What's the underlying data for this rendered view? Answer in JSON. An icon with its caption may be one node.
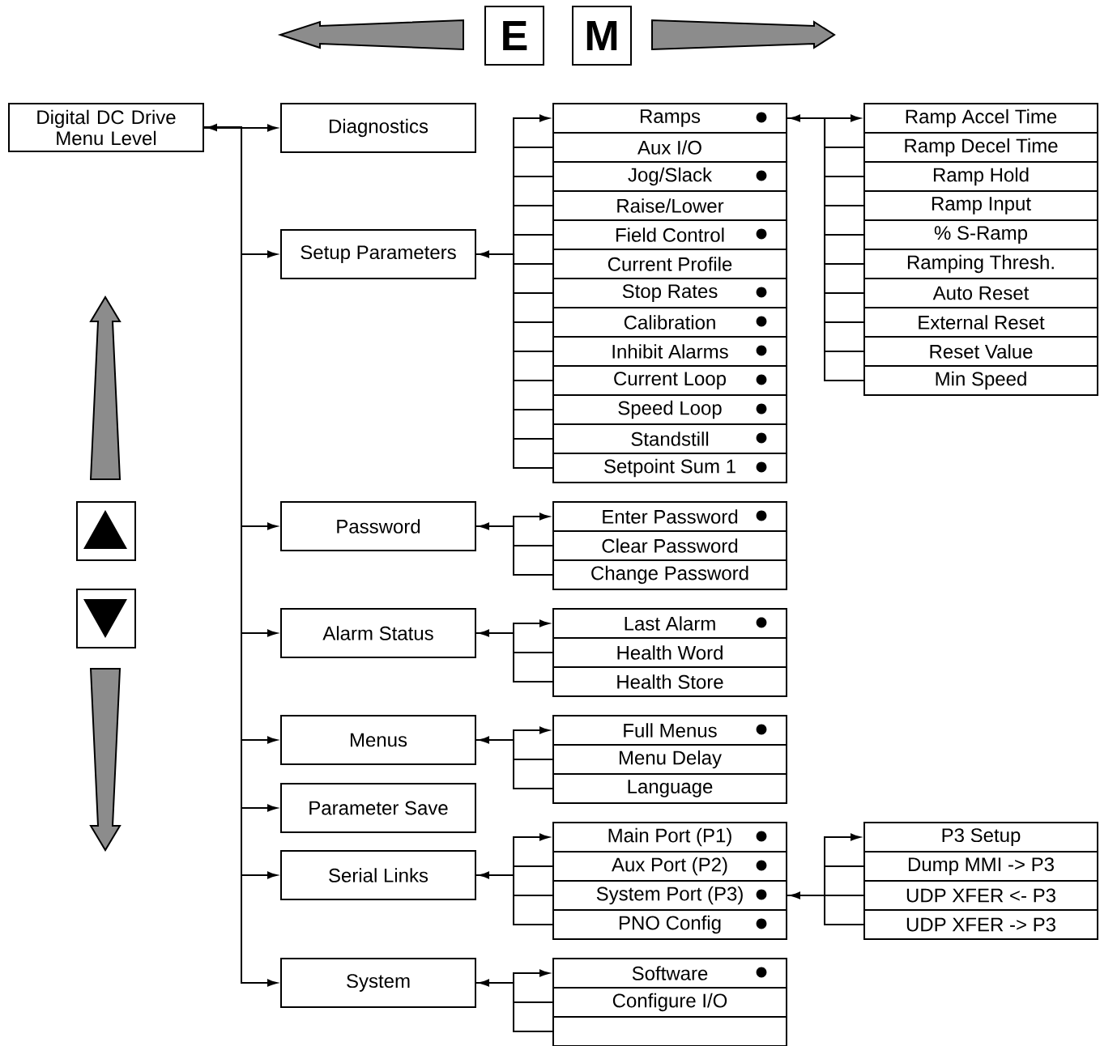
{
  "diagram": {
    "nodes": [
      {
        "text": [
          "E"
        ]
      },
      {
        "text": [
          "M"
        ]
      },
      {
        "text": [
          "Digital DC Drive Menu Level"
        ]
      },
      {
        "text": [],
        "shape": "box"
      },
      {
        "text": [],
        "shape": "box"
      },
      {
        "text": [
          "Diagnostics"
        ]
      },
      {
        "text": [
          "Setup Parameters"
        ]
      },
      {
        "text": [
          "Ramps"
        ]
      },
      {
        "text": [
          "Aux I/O"
        ]
      },
      {
        "text": [
          "Jog/Slack"
        ]
      },
      {
        "text": [
          "Raise/Lower"
        ]
      },
      {
        "text": [
          "Field Control"
        ]
      },
      {
        "text": [
          "Current Profile"
        ]
      },
      {
        "text": [
          "Stop Rates"
        ]
      },
      {
        "text": [
          "Calibration"
        ]
      },
      {
        "text": [
          "Inhibit Alarms"
        ]
      },
      {
        "text": [
          "Current Loop"
        ]
      },
      {
        "text": [
          "Speed Loop"
        ]
      },
      {
        "text": [
          "Standstill"
        ]
      },
      {
        "text": [
          "Setpoint Sum 1"
        ]
      },
      {
        "text": [
          "Ramp Accel Time"
        ]
      },
      {
        "text": [
          "Ramp Decel Time"
        ]
      },
      {
        "text": [
          "Ramp Hold"
        ]
      },
      {
        "text": [
          "Ramp Input"
        ]
      },
      {
        "text": [
          "% S-Ramp"
        ]
      },
      {
        "text": [
          "Ramping Thresh."
        ]
      },
      {
        "text": [
          "Auto Reset"
        ]
      },
      {
        "text": [
          "External Reset"
        ]
      },
      {
        "text": [
          "Reset Value"
        ]
      },
      {
        "text": [
          "Min Speed"
        ]
      },
      {
        "text": [
          "Password"
        ]
      },
      {
        "text": [
          "Enter Password"
        ]
      },
      {
        "text": [
          "Clear Password"
        ]
      },
      {
        "text": [
          "Change Password"
        ]
      },
      {
        "text": [
          "Alarm Status"
        ]
      },
      {
        "text": [
          "Last Alarm"
        ]
      },
      {
        "text": [
          "Health Word"
        ]
      },
      {
        "text": [
          "Health Store"
        ]
      },
      {
        "text": [
          "Menus"
        ]
      },
      {
        "text": [
          "Full Menus"
        ]
      },
      {
        "text": [
          "Menu Delay"
        ]
      },
      {
        "text": [
          "Language"
        ]
      },
      {
        "text": [
          "Parameter Save"
        ]
      },
      {
        "text": [
          "Serial Links"
        ]
      },
      {
        "text": [
          "Main Port (P1)"
        ]
      },
      {
        "text": [
          "Aux Port (P2)"
        ]
      },
      {
        "text": [
          "System Port (P3)"
        ]
      },
      {
        "text": [
          "PNO Config"
        ]
      },
      {
        "text": [
          "P3 Setup"
        ]
      },
      {
        "text": [
          "Dump MMI -> P3"
        ]
      },
      {
        "text": [
          "UDP XFER <- P3"
        ]
      },
      {
        "text": [
          "UDP XFER -> P3"
        ]
      },
      {
        "text": [
          "System"
        ]
      },
      {
        "text": [
          "Software"
        ]
      },
      {
        "text": [
          "Configure I/O"
        ]
      },
      {
        "text": [],
        "shape": "box"
      }
    ],
    "edges": [
      {
        "from": 2,
        "to": 5,
        "arrow": "both"
      },
      {
        "from": 2,
        "to": 6,
        "arrow": "to"
      },
      {
        "from": 2,
        "to": 30,
        "arrow": "to"
      },
      {
        "from": 2,
        "to": 34,
        "arrow": "to"
      },
      {
        "from": 2,
        "to": 38,
        "arrow": "to"
      },
      {
        "from": 2,
        "to": 42,
        "arrow": "to"
      },
      {
        "from": 2,
        "to": 43,
        "arrow": "to"
      },
      {
        "from": 2,
        "to": 52,
        "arrow": "to"
      },
      {
        "from": 7,
        "to": 6,
        "arrow": "both"
      },
      {
        "from": 8,
        "to": 6,
        "arrow": "none"
      },
      {
        "from": 9,
        "to": 6,
        "arrow": "none"
      },
      {
        "from": 10,
        "to": 6,
        "arrow": "none"
      },
      {
        "from": 11,
        "to": 6,
        "arrow": "none"
      },
      {
        "from": 12,
        "to": 6,
        "arrow": "none"
      },
      {
        "from": 13,
        "to": 6,
        "arrow": "none"
      },
      {
        "from": 14,
        "to": 6,
        "arrow": "none"
      },
      {
        "from": 15,
        "to": 6,
        "arrow": "none"
      },
      {
        "from": 16,
        "to": 6,
        "arrow": "none"
      },
      {
        "from": 17,
        "to": 6,
        "arrow": "none"
      },
      {
        "from": 18,
        "to": 6,
        "arrow": "none"
      },
      {
        "from": 19,
        "to": 6,
        "arrow": "none"
      },
      {
        "from": 20,
        "to": 7,
        "arrow": "both"
      },
      {
        "from": 21,
        "to": 7,
        "arrow": "none"
      },
      {
        "from": 22,
        "to": 7,
        "arrow": "none"
      },
      {
        "from": 23,
        "to": 7,
        "arrow": "none"
      },
      {
        "from": 24,
        "to": 7,
        "arrow": "none"
      },
      {
        "from": 25,
        "to": 7,
        "arrow": "none"
      },
      {
        "from": 26,
        "to": 7,
        "arrow": "none"
      },
      {
        "from": 27,
        "to": 7,
        "arrow": "none"
      },
      {
        "from": 28,
        "to": 7,
        "arrow": "none"
      },
      {
        "from": 29,
        "to": 7,
        "arrow": "none"
      },
      {
        "from": 31,
        "to": 30,
        "arrow": "both"
      },
      {
        "from": 32,
        "to": 30,
        "arrow": "none"
      },
      {
        "from": 33,
        "to": 30,
        "arrow": "none"
      },
      {
        "from": 35,
        "to": 34,
        "arrow": "both"
      },
      {
        "from": 36,
        "to": 34,
        "arrow": "none"
      },
      {
        "from": 37,
        "to": 34,
        "arrow": "none"
      },
      {
        "from": 39,
        "to": 38,
        "arrow": "both"
      },
      {
        "from": 40,
        "to": 38,
        "arrow": "none"
      },
      {
        "from": 41,
        "to": 38,
        "arrow": "none"
      },
      {
        "from": 44,
        "to": 43,
        "arrow": "both"
      },
      {
        "from": 45,
        "to": 43,
        "arrow": "none"
      },
      {
        "from": 46,
        "to": 43,
        "arrow": "none"
      },
      {
        "from": 47,
        "to": 43,
        "arrow": "none"
      },
      {
        "from": 48,
        "to": 46,
        "arrow": "both"
      },
      {
        "from": 49,
        "to": 46,
        "arrow": "none"
      },
      {
        "from": 50,
        "to": 46,
        "arrow": "none"
      },
      {
        "from": 51,
        "to": 46,
        "arrow": "none"
      },
      {
        "from": 53,
        "to": 52,
        "arrow": "both"
      },
      {
        "from": 54,
        "to": 52,
        "arrow": "none"
      },
      {
        "from": 55,
        "to": 52,
        "arrow": "none"
      }
    ]
  }
}
